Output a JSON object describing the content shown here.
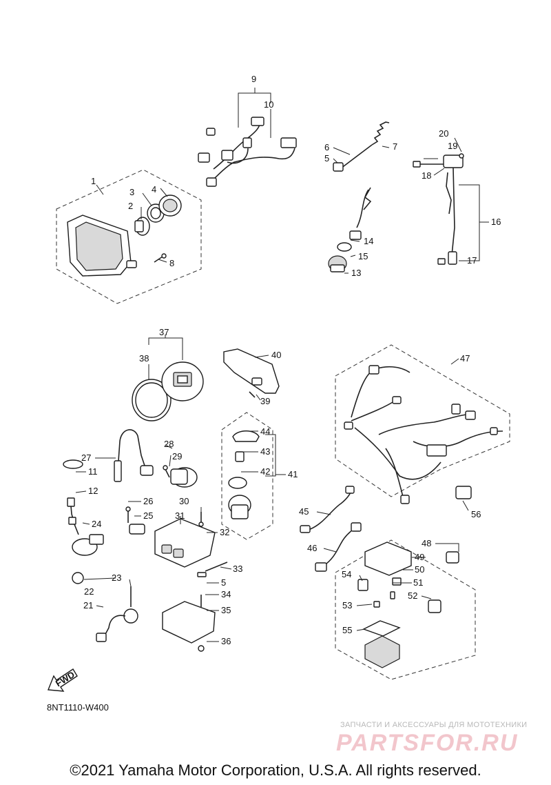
{
  "diagram": {
    "code": "8NT1110-W400",
    "fwd_label": "FWD",
    "callouts": [
      "1",
      "2",
      "3",
      "4",
      "5",
      "5",
      "6",
      "7",
      "8",
      "9",
      "10",
      "11",
      "12",
      "13",
      "14",
      "15",
      "16",
      "17",
      "18",
      "19",
      "20",
      "21",
      "22",
      "23",
      "24",
      "25",
      "26",
      "27",
      "28",
      "29",
      "30",
      "31",
      "32",
      "33",
      "34",
      "35",
      "36",
      "37",
      "38",
      "39",
      "40",
      "41",
      "42",
      "43",
      "44",
      "45",
      "46",
      "47",
      "48",
      "49",
      "50",
      "51",
      "52",
      "53",
      "54",
      "55",
      "56"
    ]
  },
  "watermark": {
    "tagline": "ЗАПЧАСТИ И АКСЕССУАРЫ ДЛЯ МОТОТЕХНИКИ",
    "logo": "PARTSFOR.RU"
  },
  "footer": {
    "copyright": "©2021 Yamaha Motor Corporation, U.S.A. All rights reserved."
  }
}
